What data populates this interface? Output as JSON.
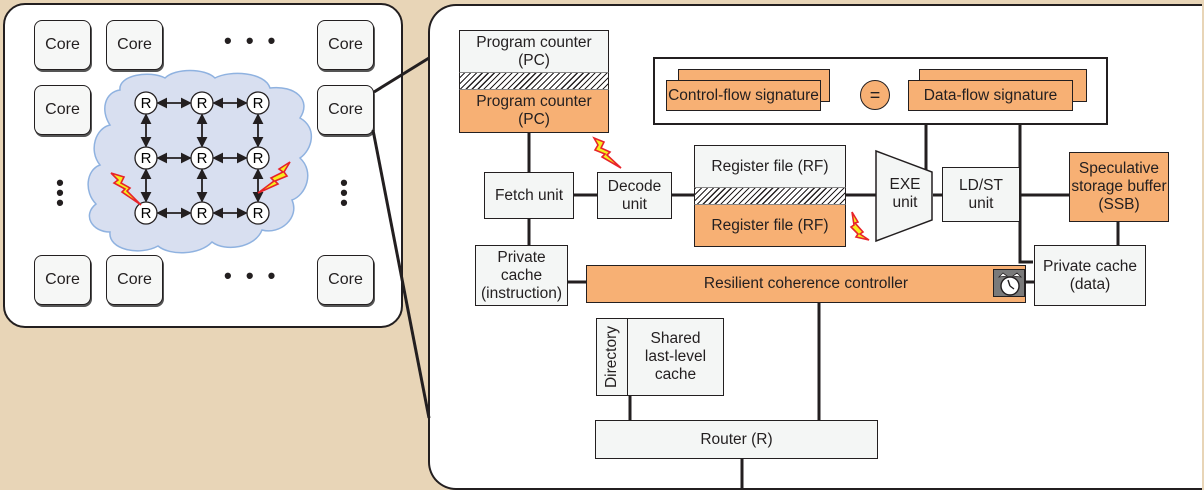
{
  "colors": {
    "background": "#e8d5b7",
    "panel": "#ffffff",
    "orange_fill": "#f7b074",
    "light_box_fill": "#f4f6f5",
    "cloud_fill": "#d8dff0",
    "cloud_stroke": "#8fb2e0",
    "fault_fill": "#f5ef1c",
    "fault_stroke": "#e8232a"
  },
  "chip": {
    "core_label": "Core",
    "ellipsis": "• • •",
    "vertical_ellipsis": "⋮",
    "router_label": "R"
  },
  "core_detail": {
    "pc_top": "Program counter (PC)",
    "pc_bottom": "Program counter (PC)",
    "fetch_unit": "Fetch unit",
    "decode_unit_line1": "Decode",
    "decode_unit_line2": "unit",
    "rf_top": "Register file (RF)",
    "rf_bottom": "Register file (RF)",
    "exe_line1": "EXE",
    "exe_line2": "unit",
    "ldst_line1": "LD/ST",
    "ldst_line2": "unit",
    "ssb_line1": "Speculative",
    "ssb_line2": "storage buffer",
    "ssb_line3": "(SSB)",
    "control_flow_signature": "Control-flow signature",
    "data_flow_signature": "Data-flow signature",
    "compare_symbol": "=",
    "icache_line1": "Private cache",
    "icache_line2": "(instruction)",
    "dcache_line1": "Private cache",
    "dcache_line2": "(data)",
    "coherence_controller": "Resilient coherence controller",
    "directory": "Directory",
    "llc_line1": "Shared",
    "llc_line2": "last-level",
    "llc_line3": "cache",
    "router": "Router (R)"
  },
  "icons": {
    "fault": "lightning-bolt",
    "timer": "alarm-clock"
  }
}
